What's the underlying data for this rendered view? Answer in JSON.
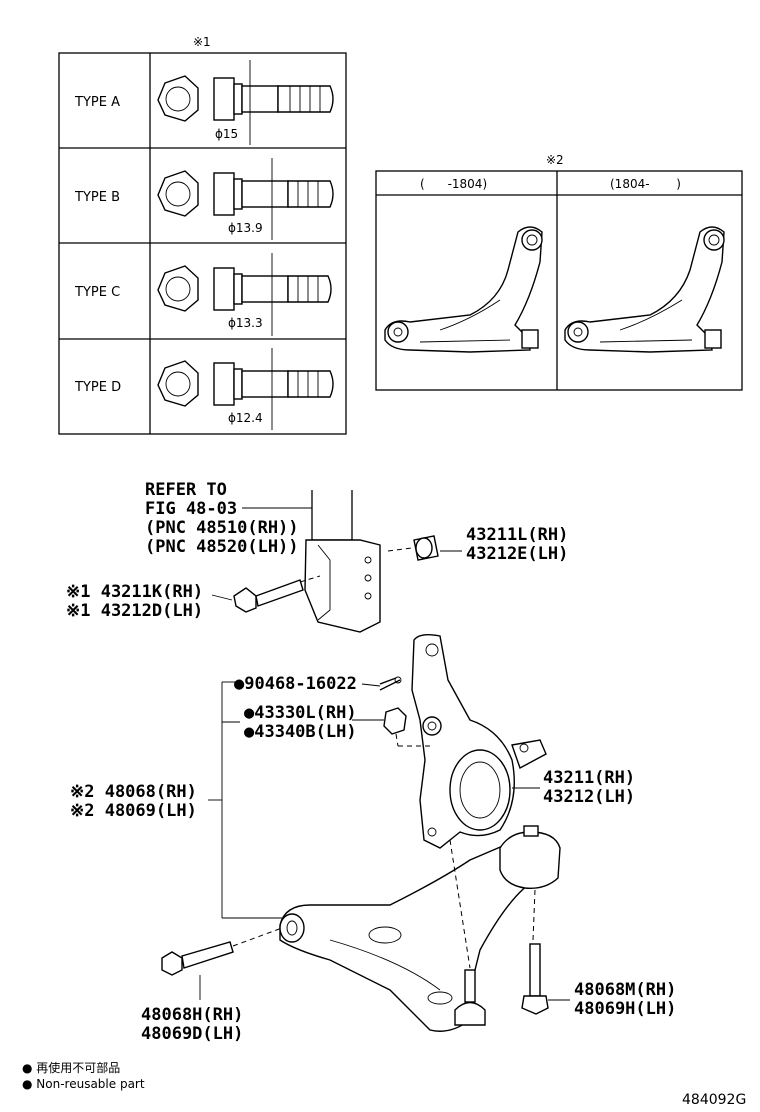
{
  "table1": {
    "header": "※1",
    "rows": [
      {
        "type": "TYPE A",
        "dim": "ϕ15"
      },
      {
        "type": "TYPE B",
        "dim": "ϕ13.9"
      },
      {
        "type": "TYPE C",
        "dim": "ϕ13.3"
      },
      {
        "type": "TYPE D",
        "dim": "ϕ12.4"
      }
    ]
  },
  "table2": {
    "header": "※2",
    "col_left": "(      -1804)",
    "col_right": "(1804-       )"
  },
  "callouts": {
    "refer_1": "REFER TO",
    "refer_2": "FIG 48-03",
    "refer_3": "(PNC 48510(RH))",
    "refer_4": "(PNC 48520(LH))",
    "nut_rh": "43211L(RH)",
    "nut_lh": "43212E(LH)",
    "bolt_rh": "※1 43211K(RH)",
    "bolt_lh": "※1 43212D(LH)",
    "pin": "●90468-16022",
    "castle_rh": "●43330L(RH)",
    "castle_lh": "●43340B(LH)",
    "arm_rh": "※2 48068(RH)",
    "arm_lh": "※2 48069(LH)",
    "knuckle_rh": "43211(RH)",
    "knuckle_lh": "43212(LH)",
    "bolt2_rh": "48068M(RH)",
    "bolt2_lh": "48069H(LH)",
    "bolt3_rh": "48068H(RH)",
    "bolt3_lh": "48069D(LH)"
  },
  "legend": {
    "line1": "● 再使用不可部品",
    "line2": "● Non-reusable part"
  },
  "figure_id": "484092G"
}
